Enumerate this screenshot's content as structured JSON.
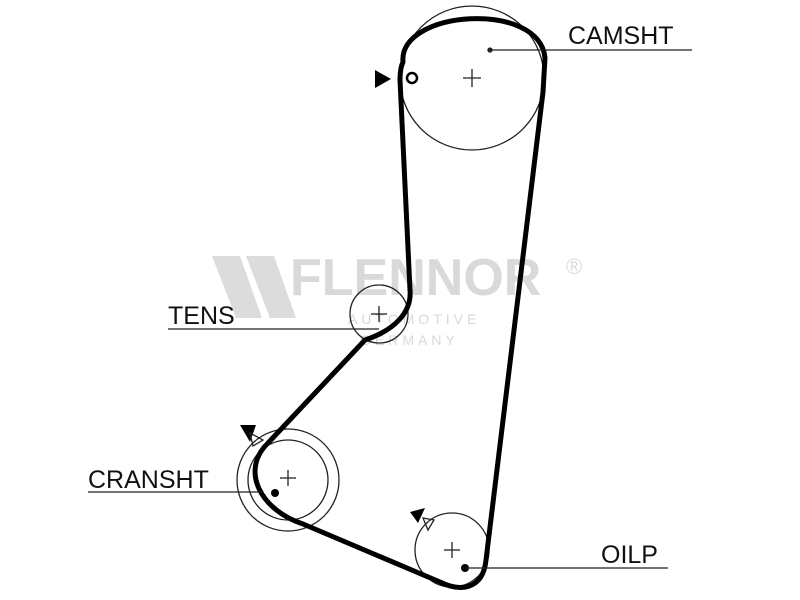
{
  "labels": {
    "camshaft": "CAMSHT",
    "tensioner": "TENS",
    "crankshaft": "CRANSHT",
    "oil_pump": "OILP"
  },
  "watermark": {
    "brand": "FLENNOR",
    "registered": "®",
    "tagline_1": "AUTOMOTIVE",
    "tagline_2": "GERMANY"
  },
  "colors": {
    "belt": "#000000",
    "pulley": "#222222",
    "watermark": "#d9d9d9",
    "label": "#111111"
  },
  "icons": {
    "direction_marker": "triangle-arrow-icon",
    "timing_mark": "small-circle-icon",
    "pulley_center": "plus-crosshair-icon"
  }
}
